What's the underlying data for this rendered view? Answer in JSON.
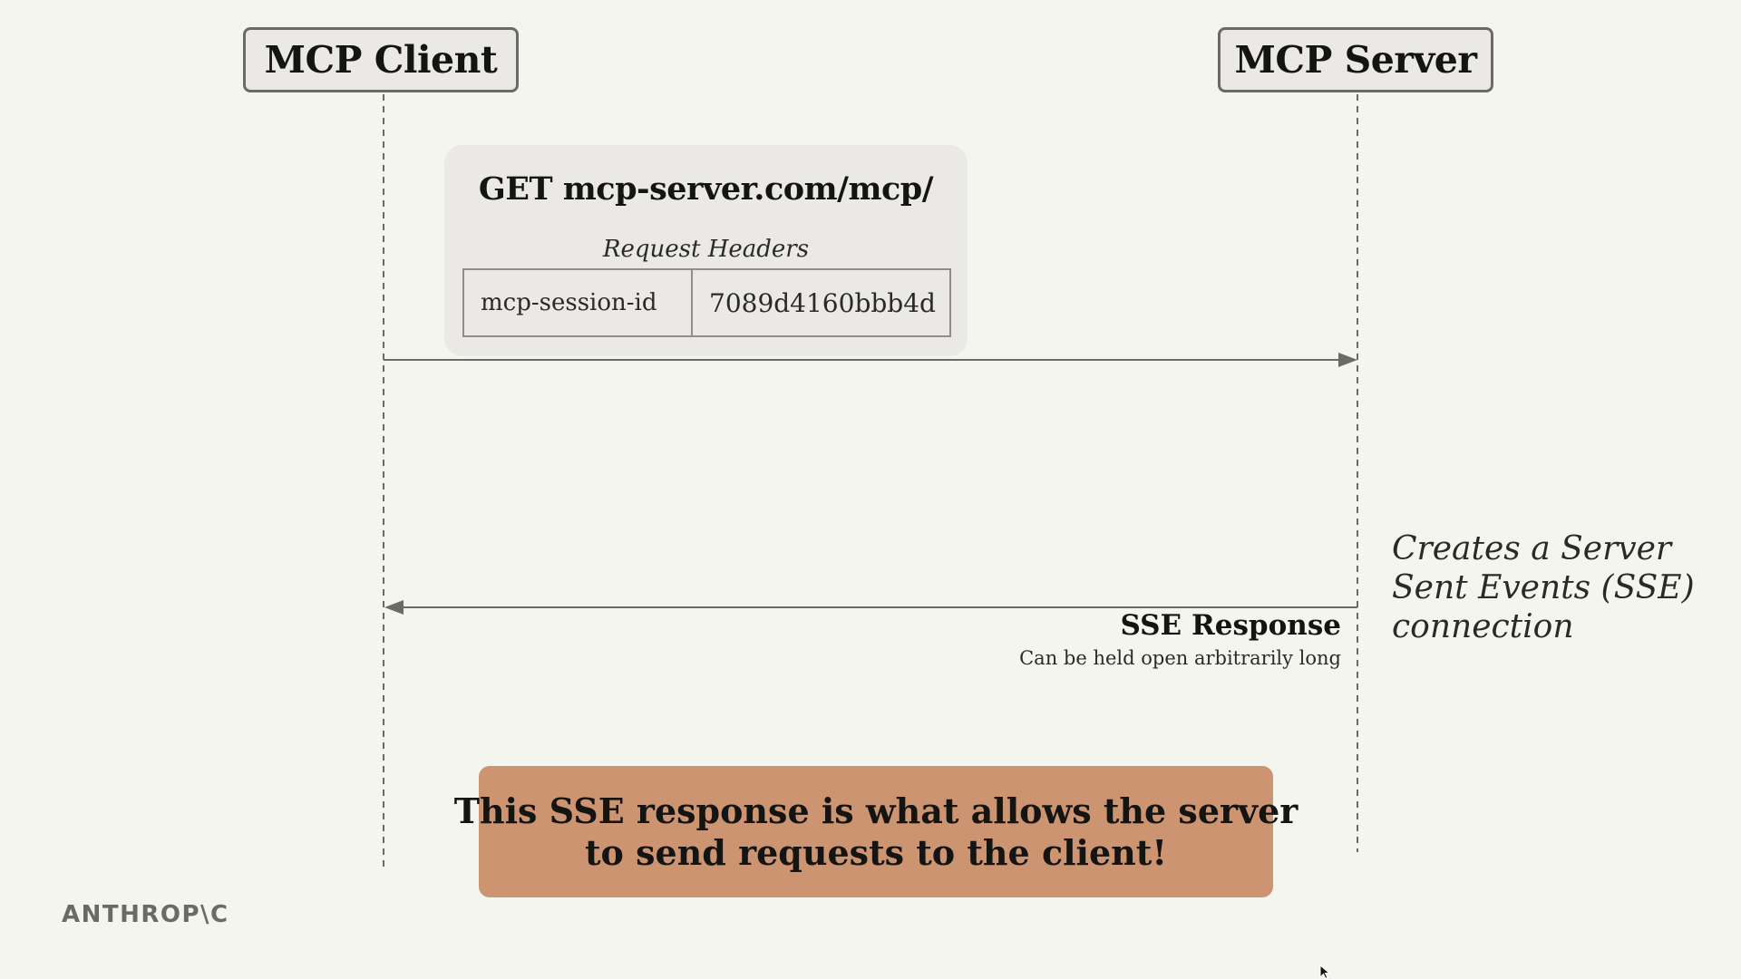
{
  "actors": {
    "client": "MCP Client",
    "server": "MCP Server"
  },
  "request": {
    "title": "GET mcp-server.com/mcp/",
    "headers_label": "Request Headers",
    "header_key": "mcp-session-id",
    "header_value": "7089d4160bbb4d"
  },
  "response": {
    "title": "SSE Response",
    "subtitle": "Can be held open arbitrarily long"
  },
  "server_note": {
    "line1": "Creates a Server",
    "line2": "Sent Events (SSE)",
    "line3": "connection"
  },
  "callout": {
    "line1": "This SSE response is what allows the server",
    "line2": "to send requests to the client!"
  },
  "logo": "ANTHROP\\C",
  "colors": {
    "background": "#f5f5f0",
    "callout": "#cc9470",
    "card": "#ebe9e5",
    "line": "#6b6a64"
  },
  "icons": {
    "cursor": "mouse-pointer-icon"
  }
}
